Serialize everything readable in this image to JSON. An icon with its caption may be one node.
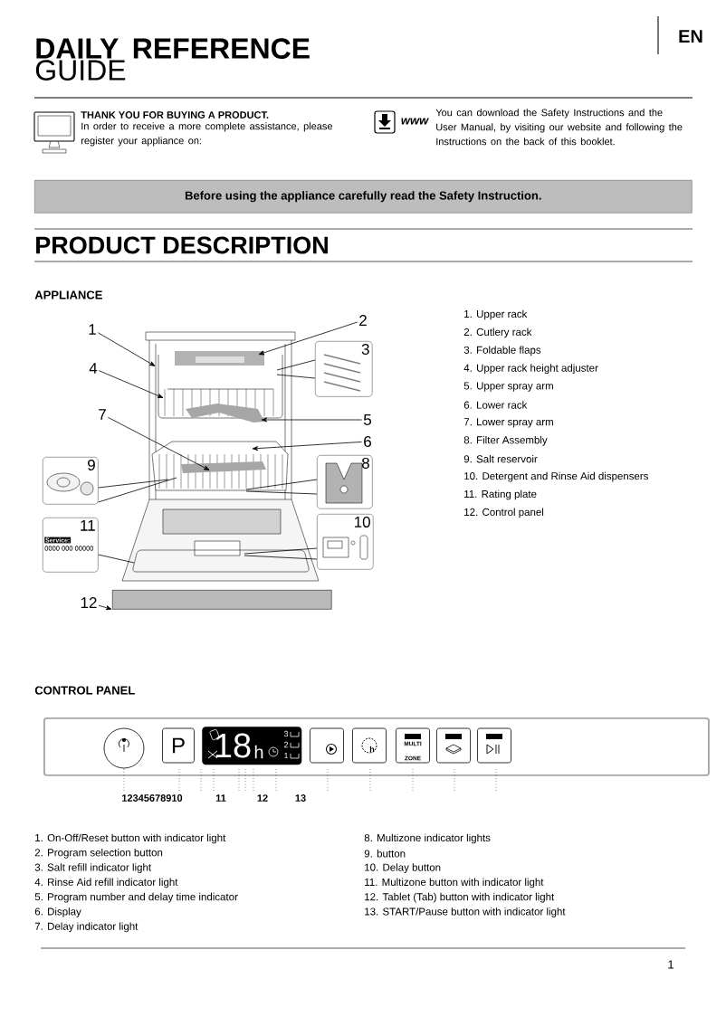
{
  "diagram": {
    "title": "**DAILY REFERENCE** GUIDE",
    "nodes": [
      {
        "text": [
          "Before using the appliance carefully read the Safety Instruction."
        ]
      },
      {
        "text": [
          "1"
        ]
      },
      {
        "text": [
          "2"
        ]
      },
      {
        "text": [
          "3"
        ]
      },
      {
        "text": [
          "4"
        ]
      },
      {
        "text": [
          "7"
        ]
      },
      {
        "text": [
          "5"
        ]
      },
      {
        "text": [
          "6"
        ]
      },
      {
        "text": [
          "9"
        ]
      },
      {
        "text": [
          "8"
        ]
      },
      {
        "text": [
          "11",
          "Service:",
          "0000 000 00000"
        ]
      },
      {
        "text": [
          "10"
        ]
      },
      {
        "text": [
          "12"
        ]
      },
      {
        "text": [],
        "shape": "box"
      },
      {
        "text": [],
        "shape": "circle",
        "in": 13
      },
      {
        "text": [
          "P"
        ],
        "in": 13
      },
      {
        "text": [
          "18",
          "h",
          "3",
          "2",
          "1"
        ],
        "in": 13
      },
      {
        "text": [],
        "shape": "box",
        "in": 13
      },
      {
        "text": [
          "h"
        ],
        "in": 13
      },
      {
        "text": [
          "MULTI ZONE"
        ],
        "in": 13
      },
      {
        "text": [],
        "shape": "box",
        "in": 13
      },
      {
        "text": [],
        "shape": "box",
        "in": 13
      },
      {
        "text": [],
        "shape": "bar"
      }
    ],
    "edges": [
      {
        "from": 1,
        "to": null,
        "arrow": "to"
      },
      {
        "from": 2,
        "to": null,
        "arrow": "to"
      },
      {
        "from": 3,
        "to": null,
        "arrow": "none"
      },
      {
        "from": 3,
        "to": null,
        "arrow": "none"
      },
      {
        "from": 4,
        "to": null,
        "arrow": "to"
      },
      {
        "from": 5,
        "to": null,
        "arrow": "to"
      },
      {
        "from": 6,
        "to": null,
        "arrow": "to"
      },
      {
        "from": 7,
        "to": null,
        "arrow": "to"
      },
      {
        "from": 8,
        "to": null,
        "arrow": "none"
      },
      {
        "from": 8,
        "to": null,
        "arrow": "none"
      },
      {
        "from": 9,
        "to": null,
        "arrow": "none"
      },
      {
        "from": 9,
        "to": null,
        "arrow": "none"
      },
      {
        "from": 10,
        "to": null,
        "arrow": "none"
      },
      {
        "from": 11,
        "to": null,
        "arrow": "none"
      },
      {
        "from": 11,
        "to": null,
        "arrow": "none"
      },
      {
        "from": 12,
        "to": 22,
        "arrow": "to"
      }
    ],
    "labels": [
      "EN",
      "THANK YOU FOR BUYING A PRODUCT.",
      "In order to receive a more complete assistance, please register your appliance on:",
      "www",
      "You can download the Safety Instructions and the User Manual, by visiting our website and following the Instructions on the back of this booklet.",
      "PRODUCT  DESCRIPTION",
      "APPLIANCE",
      "1.  Upper rack",
      "2.  Cutlery rack",
      "3.  Foldable flaps",
      "4.  Upper rack height adjuster",
      "5.  Upper spray arm",
      "6.  Lower rack",
      "7.  Lower spray arm",
      "8.  Filter Assembly",
      "9.  Salt reservoir",
      "10.  Detergent and Rinse Aid dispensers",
      "11.  Rating plate",
      "12.  Control panel",
      "CONTROL PANEL",
      "12345678910",
      "11",
      "12",
      "13",
      "1.  On-Off/Reset button with indicator light",
      "2.  Program selection button",
      "3.  Salt refill indicator light",
      "4.  Rinse Aid refill indicator light",
      "5.  Program number and delay time indicator",
      "6.  Display",
      "7.  Delay indicator light",
      "8.  Multizone indicator lights",
      "9.  button",
      "10.  Delay button",
      "11.  Multizone button with indicator light",
      "12.  Tablet (Tab) button with indicator light",
      "13.  START/Pause button with indicator light",
      "1"
    ]
  }
}
